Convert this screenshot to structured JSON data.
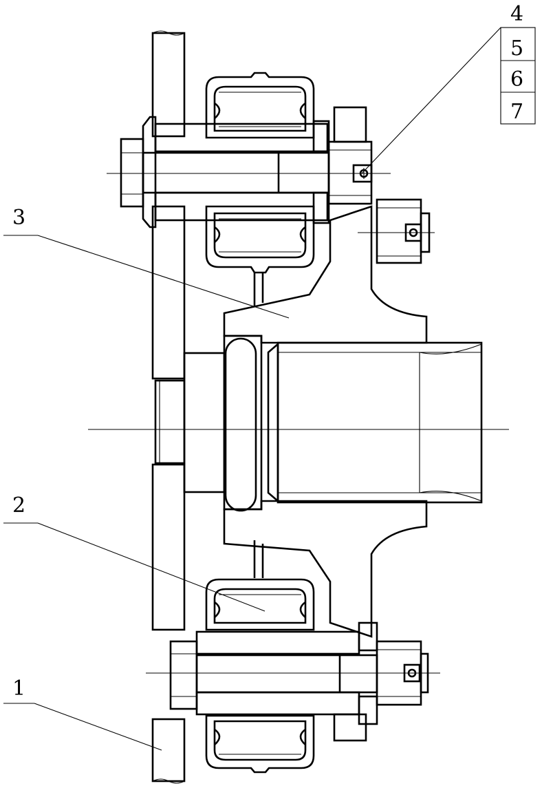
{
  "part_labels": [
    {
      "id": "1",
      "text": "1"
    },
    {
      "id": "2",
      "text": "2"
    },
    {
      "id": "3",
      "text": "3"
    },
    {
      "id": "4",
      "text": "4"
    },
    {
      "id": "5",
      "text": "5"
    },
    {
      "id": "6",
      "text": "6"
    },
    {
      "id": "7",
      "text": "7"
    }
  ],
  "colors": {
    "line": "#000000",
    "background": "#ffffff"
  }
}
